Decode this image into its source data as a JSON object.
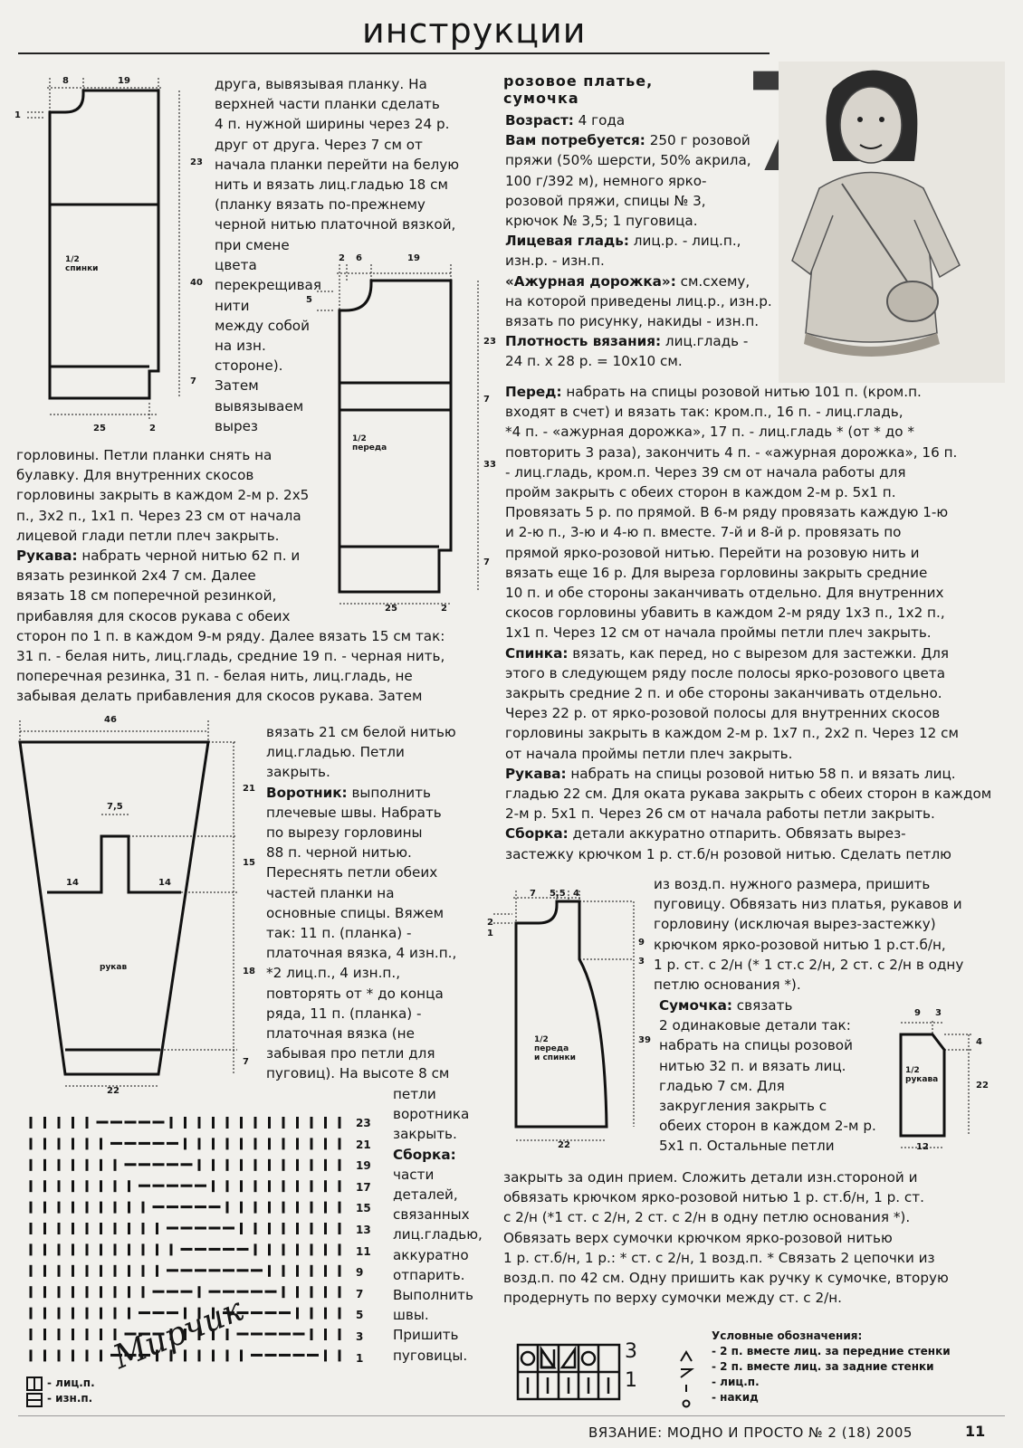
{
  "header": {
    "title": "инструкции"
  },
  "left_col": {
    "p1": [
      "друга, вывязывая планку. На",
      "верхней части планки сделать",
      "4 п. нужной ширины через 24 р.",
      "друг от друга. Через 7 см от",
      "начала планки перейти на белую",
      "нить и вязать лиц.гладью 18 см",
      "(планку вязать по-прежнему",
      "черной нитью платочной вязкой,"
    ],
    "p2": [
      "при смене",
      "цвета",
      "перекрещивая",
      "нити",
      "между собой",
      "на изн.",
      "стороне).",
      "Затем",
      "вывязываем",
      "вырез"
    ],
    "p3": [
      "горловины. Петли планки снять на",
      "булавку. Для внутренних скосов",
      "горловины закрыть в каждом 2-м р. 2x5",
      "п., 3x2 п., 1x1 п. Через 23 см от начала",
      "лицевой глади петли плеч закрыть."
    ],
    "sleeves_label": "Рукава:",
    "sleeves_lines": [
      " набрать черной нитью 62 п. и",
      "вязать резинкой 2x4 7 см. Далее",
      "вязать 18 см поперечной резинкой,",
      "прибавляя для скосов рукава с обеих",
      "сторон по 1 п. в каждом 9-м ряду. Далее вязать 15 см так:",
      "31 п. - белая нить, лиц.гладь, средние 19 п. - черная нить,",
      "поперечная резинка, 31 п. - белая нить, лиц.гладь, не",
      "забывая делать прибавления для скосов рукава. Затем"
    ],
    "p4": [
      "вязать 21 см белой нитью",
      "лиц.гладью. Петли",
      "закрыть."
    ],
    "collar_label": "Воротник:",
    "collar_lines": [
      " выполнить",
      "плечевые швы. Набрать",
      "по вырезу горловины",
      "88 п. черной нитью.",
      "Переснять петли обеих",
      "частей планки на",
      "основные спицы. Вяжем",
      "так: 11 п. (планка) -",
      "платочная вязка, 4 изн.п.,",
      "*2 лиц.п., 4 изн.п.,",
      "повторять от * до конца",
      "ряда, 11 п. (планка) -",
      "платочная вязка (не",
      "забывая про петли для",
      "пуговиц). На высоте 8 см"
    ],
    "p5": [
      "петли",
      "воротника",
      "закрыть."
    ],
    "assembly_label": "Сборка:",
    "assembly_lines": [
      "части",
      "деталей,",
      "связанных",
      "лиц.гладью,",
      "аккуратно",
      "отпарить.",
      "Выполнить",
      "швы.",
      "Пришить",
      "пуговицы."
    ]
  },
  "right_col": {
    "title": [
      "розовое платье,",
      "сумочка"
    ],
    "big_number": "7",
    "age_label": "Возраст:",
    "age": " 4 года",
    "need_label": "Вам потребуется:",
    "need_lines": [
      " 250 г розовой",
      "пряжи (50% шерсти, 50% акрила,",
      "100 г/392 м), немного ярко-",
      "розовой пряжи, спицы № 3,",
      "крючок № 3,5; 1 пуговица."
    ],
    "stst_label": "Лицевая гладь:",
    "stst_lines": [
      " лиц.р. - лиц.п.,",
      "изн.р. - изн.п."
    ],
    "lace_label": "«Ажурная дорожка»:",
    "lace_lines": [
      " см.схему,",
      "на которой приведены лиц.р., изн.р.",
      "вязать по рисунку, накиды - изн.п."
    ],
    "gauge_label": "Плотность вязания:",
    "gauge_lines": [
      " лиц.гладь -",
      "24 п. x 28 р. = 10x10 см."
    ],
    "front_label": "Перед:",
    "front_lines": [
      " набрать на спицы розовой нитью 101 п. (кром.п.",
      "входят в счет) и вязать так: кром.п., 16 п. - лиц.гладь,",
      "*4 п. - «ажурная дорожка», 17 п. - лиц.гладь * (от * до *",
      "повторить 3 раза), закончить 4 п. - «ажурная дорожка», 16 п.",
      "- лиц.гладь, кром.п. Через 39 см от начала работы для",
      "пройм закрыть с обеих сторон в каждом 2-м р. 5x1 п.",
      "Провязать 5 р. по прямой. В 6-м ряду провязать каждую 1-ю",
      "и 2-ю п., 3-ю и 4-ю п. вместе. 7-й и 8-й р. провязать по",
      "прямой ярко-розовой нитью. Перейти на розовую нить и",
      "вязать еще 16 р. Для выреза горловины закрыть средние",
      "10 п. и обе стороны заканчивать отдельно. Для внутренних",
      "скосов горловины убавить в каждом 2-м ряду 1x3 п., 1x2 п.,",
      "1x1 п. Через 12 см от начала проймы петли плеч закрыть."
    ],
    "back_label": "Спинка:",
    "back_lines": [
      " вязать, как перед, но с вырезом для застежки. Для",
      "этого в следующем ряду после полосы ярко-розового цвета",
      "закрыть средние 2 п. и обе стороны заканчивать отдельно.",
      "Через 22 р. от ярко-розовой полосы для внутренних скосов",
      "горловины закрыть в каждом 2-м р. 1x7 п., 2x2 п. Через 12 см",
      "от начала проймы петли плеч закрыть."
    ],
    "rsleeves_label": "Рукава:",
    "rsleeves_lines": [
      " набрать на спицы розовой нитью 58 п. и вязать лиц.",
      "гладью 22 см. Для оката рукава закрыть с обеих сторон в каждом",
      "2-м р. 5x1 п. Через 26 см от начала работы петли закрыть."
    ],
    "rassembly_label": "Сборка:",
    "rassembly_lines": [
      " детали аккуратно отпарить. Обвязать вырез-",
      "застежку крючком 1 р. ст.б/н розовой нитью. Сделать петлю"
    ],
    "rassembly2": [
      "из возд.п. нужного размера, пришить",
      "пуговицу. Обвязать низ платья, рукавов и",
      "горловину (исключая вырез-застежку)",
      "крючком ярко-розовой нитью 1 р.ст.б/н,",
      "1 р. ст. с 2/н (* 1 ст.с 2/н, 2 ст. с 2/н в одну",
      "петлю основания *)."
    ],
    "bag_label": "Сумочка:",
    "bag_first": " связать",
    "bag_lines": [
      "2 одинаковые детали так:",
      "набрать на спицы розовой",
      "нитью 32 п. и вязать лиц.",
      "гладью 7 см. Для",
      "закругления закрыть с",
      "обеих сторон в каждом 2-м р.",
      "5x1 п. Остальные петли"
    ],
    "bag_end": [
      "закрыть за один прием. Сложить детали изн.стороной и",
      "обвязать крючком ярко-розовой нитью 1 р. ст.б/н, 1 р. ст.",
      "с 2/н (*1 ст. с 2/н, 2 ст. с 2/н в одну петлю основания *).",
      "Обвязать верх сумочки крючком ярко-розовой нитью",
      "1 р. ст.б/н, 1 р.: * ст. с 2/н, 1 возд.п. * Связать 2 цепочки из",
      "возд.п. по 42 см. Одну пришить как ручку к сумочке, вторую",
      "продернуть по верху сумочки между ст. с 2/н."
    ]
  },
  "legend": {
    "title": "Условные обозначения:",
    "items": [
      "- 2 п. вместе лиц. за передние стенки",
      "- 2 п. вместе лиц. за задние стенки",
      "- лиц.п.",
      "- накид"
    ],
    "left_items": [
      "- лиц.п.",
      "- изн.п."
    ],
    "chart_rows": [
      "3",
      "1"
    ]
  },
  "diagrams": {
    "back_dims": [
      "8",
      "19",
      "1",
      "23",
      "40",
      "7",
      "25",
      "2"
    ],
    "back_label": [
      "1/2",
      "спинки"
    ],
    "front_dims": [
      "2",
      "6",
      "19",
      "5",
      "23",
      "7",
      "33",
      "7",
      "25",
      "2"
    ],
    "front_label": [
      "1/2",
      "переда"
    ],
    "sleeve_dims": [
      "46",
      "21",
      "7,5",
      "14",
      "14",
      "15",
      "18",
      "7",
      "22"
    ],
    "sleeve_label": "рукав",
    "dress_dims": [
      "7",
      "5,5",
      "4",
      "2",
      "1",
      "9",
      "3",
      "39",
      "22"
    ],
    "dress_label": [
      "1/2",
      "переда",
      "и спинки"
    ],
    "bag_dims": [
      "9",
      "3",
      "4",
      "22",
      "12"
    ],
    "bag_label": [
      "1/2",
      "рукава"
    ],
    "chart_row_numbers": [
      "23",
      "21",
      "19",
      "17",
      "15",
      "13",
      "11",
      "9",
      "7",
      "5",
      "3",
      "1"
    ]
  },
  "signature": "Мирчик",
  "footer": {
    "text": "ВЯЗАНИЕ: МОДНО И ПРОСТО № 2 (18) 2005",
    "page": "11"
  }
}
